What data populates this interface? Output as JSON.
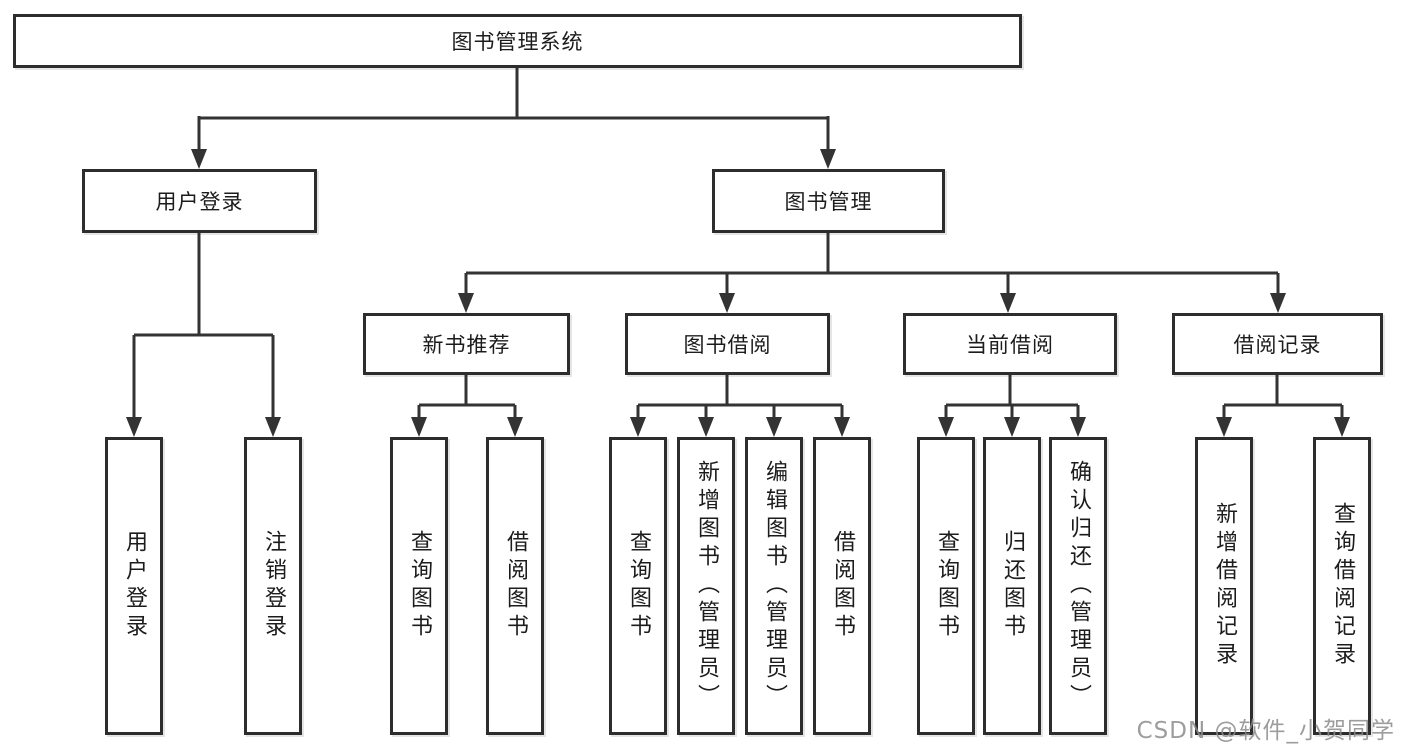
{
  "diagram": {
    "root": {
      "label": "图书管理系统"
    },
    "branches": [
      {
        "label": "用户登录",
        "children": [
          {
            "label": "用户登录"
          },
          {
            "label": "注销登录"
          }
        ]
      },
      {
        "label": "图书管理",
        "sections": [
          {
            "label": "新书推荐",
            "children": [
              {
                "label": "查询图书"
              },
              {
                "label": "借阅图书"
              }
            ]
          },
          {
            "label": "图书借阅",
            "children": [
              {
                "label": "查询图书"
              },
              {
                "label": "新增图书（管理员）"
              },
              {
                "label": "编辑图书（管理员）"
              },
              {
                "label": "借阅图书"
              }
            ]
          },
          {
            "label": "当前借阅",
            "children": [
              {
                "label": "查询图书"
              },
              {
                "label": "归还图书"
              },
              {
                "label": "确认归还（管理员）"
              }
            ]
          },
          {
            "label": "借阅记录",
            "children": [
              {
                "label": "新增借阅记录"
              },
              {
                "label": "查询借阅记录"
              }
            ]
          }
        ]
      }
    ]
  },
  "watermark": {
    "text": "CSDN @软件_小贺同学",
    "color": "#8c8c8c"
  },
  "colors": {
    "background": "#ffffff",
    "line": "#333333",
    "box_border": "#2d2d2d",
    "text": "#1c1c1c"
  }
}
